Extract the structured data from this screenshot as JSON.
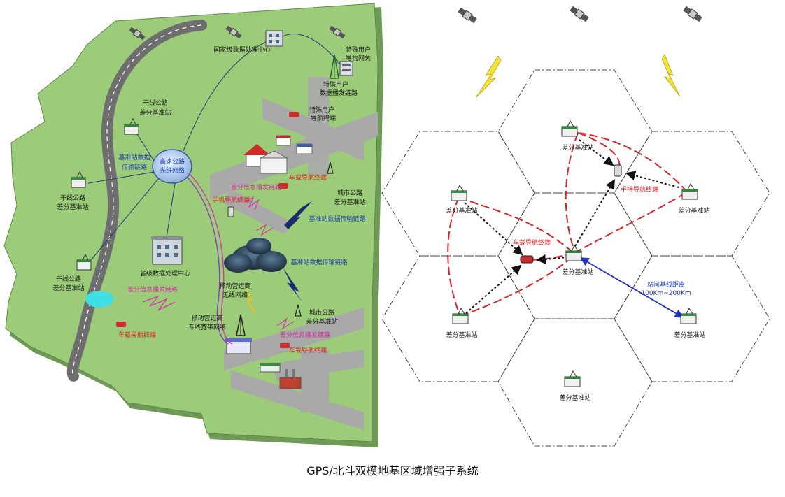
{
  "caption": "GPS/北斗双模地基区域增强子系统",
  "colors": {
    "land": "#9ccc7a",
    "land_edge": "#6f9a55",
    "road": "#a9a9a9",
    "highway": "#777777",
    "red_dash": "#d8262a",
    "blue_link": "#2032c8",
    "magenta_link": "#c83ca8"
  },
  "left": {
    "national_center": "国家级数据处理中心",
    "special_gateway": [
      "特殊用户",
      "导构网关"
    ],
    "special_broadcast": [
      "特殊用户",
      "数据播发链路"
    ],
    "special_terminal": [
      "特殊用户",
      "导航终端"
    ],
    "trunk_station_top": [
      "干线公路",
      "差分基准站"
    ],
    "trunk_station_mid": [
      "干线公路",
      "差分基准站"
    ],
    "trunk_station_low": [
      "干线公路",
      "差分基准站"
    ],
    "base_data_link": [
      "基准站数据",
      "传输链路"
    ],
    "fiber_network": [
      "高速公路",
      "光纤网络"
    ],
    "diff_broadcast_1": "差分信息播发链路",
    "vehicle_terminal_1": "车载导航终端",
    "phone_terminal": "手机导航终端",
    "city_station_1": [
      "城市公路",
      "差分基准站"
    ],
    "base_data_link_2": "基准站数据传输链路",
    "base_data_link_3": "基准站数据传输链路",
    "provincial_center": "省级数据处理中心",
    "diff_broadcast_2": "差分信息播发链路",
    "mobile_wireless": [
      "移动营运商",
      "无线网络"
    ],
    "mobile_broadband": [
      "移动营运商",
      "专线宽带网络"
    ],
    "city_station_2": [
      "城市公路",
      "差分基准站"
    ],
    "diff_broadcast_3": "差分信息播发链路",
    "vehicle_terminal_2": "车载导航终端",
    "vehicle_terminal_3": "车载导航终端"
  },
  "right": {
    "station_label": "差分基准站",
    "handheld_terminal": "手持导航终端",
    "vehicle_terminal": "车载导航终端",
    "baseline_label": [
      "站间基线距离",
      "100Km~200Km"
    ]
  }
}
